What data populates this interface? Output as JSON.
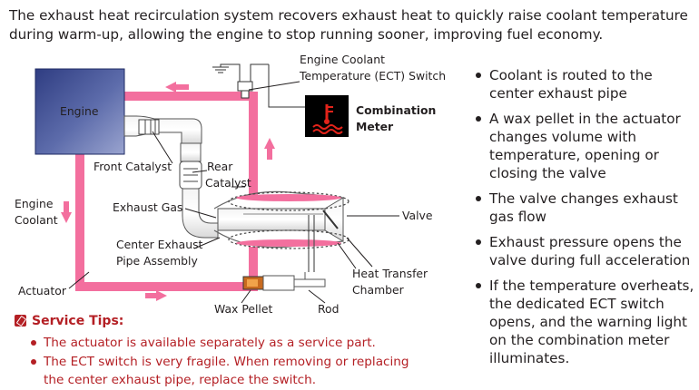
{
  "intro": "The exhaust heat recirculation system recovers exhaust heat to quickly raise coolant temperature during warm-up, allowing the engine to stop running sooner, improving fuel economy.",
  "diagram": {
    "engine": "Engine",
    "ect_switch_line1": "Engine Coolant",
    "ect_switch_line2": "Temperature (ECT) Switch",
    "combination_meter_line1": "Combination",
    "combination_meter_line2": "Meter",
    "front_catalyst": "Front Catalyst",
    "rear_catalyst_line1": "Rear",
    "rear_catalyst_line2": "Catalyst",
    "engine_coolant_line1": "Engine",
    "engine_coolant_line2": "Coolant",
    "exhaust_gas": "Exhaust Gas",
    "valve": "Valve",
    "center_exhaust_line1": "Center Exhaust",
    "center_exhaust_line2": "Pipe Assembly",
    "heat_transfer_line1": "Heat Transfer",
    "heat_transfer_line2": "Chamber",
    "actuator": "Actuator",
    "wax_pellet": "Wax Pellet",
    "rod": "Rod",
    "colors": {
      "coolant": "#f36f9e",
      "engine": "#3b4a8f",
      "warning": "#e2231a",
      "meter_bg": "#000000"
    }
  },
  "bullets": [
    "Coolant is routed to the center exhaust pipe",
    "A wax pellet in the actuator changes volume with temperature, opening or closing the valve",
    "The valve changes exhaust gas flow",
    "Exhaust pressure opens the valve during full acceleration",
    "If the temperature overheats, the dedicated ECT switch opens, and the warning light on the combination meter illuminates."
  ],
  "service_tips": {
    "title": "Service Tips:",
    "items": [
      "The actuator is available separately as a service part.",
      "The ECT switch is very fragile. When removing or replacing the center exhaust pipe, replace the switch."
    ]
  }
}
